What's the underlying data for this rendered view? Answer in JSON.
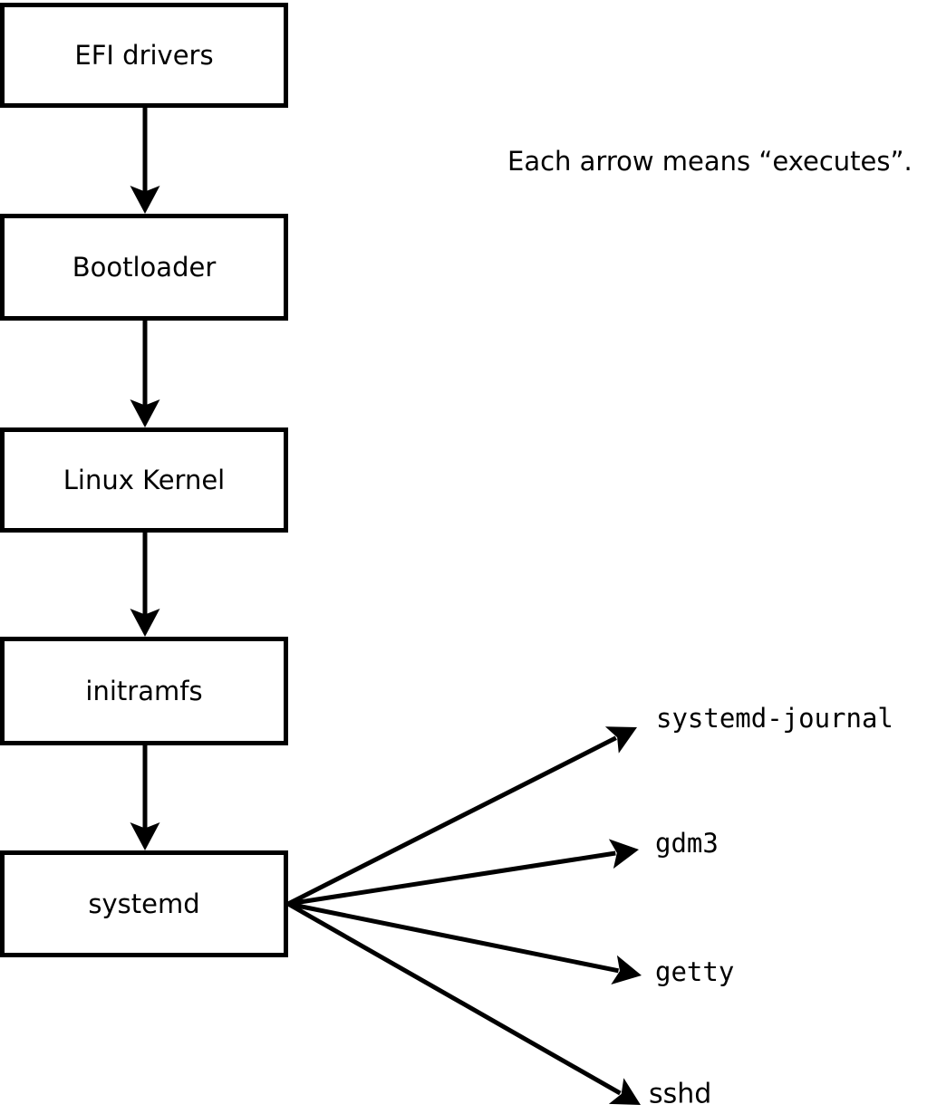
{
  "caption": "Each arrow means “executes”.",
  "diagram": {
    "boxes": [
      {
        "label": "EFI drivers"
      },
      {
        "label": "Bootloader"
      },
      {
        "label": "Linux Kernel"
      },
      {
        "label": "initramfs"
      },
      {
        "label": "systemd"
      }
    ],
    "targets": [
      {
        "label": "systemd-journal"
      },
      {
        "label": "gdm3"
      },
      {
        "label": "getty"
      },
      {
        "label": "sshd"
      }
    ]
  },
  "colors": {
    "line": "#000000",
    "background": "#ffffff",
    "box_fill": "#ffffff"
  }
}
